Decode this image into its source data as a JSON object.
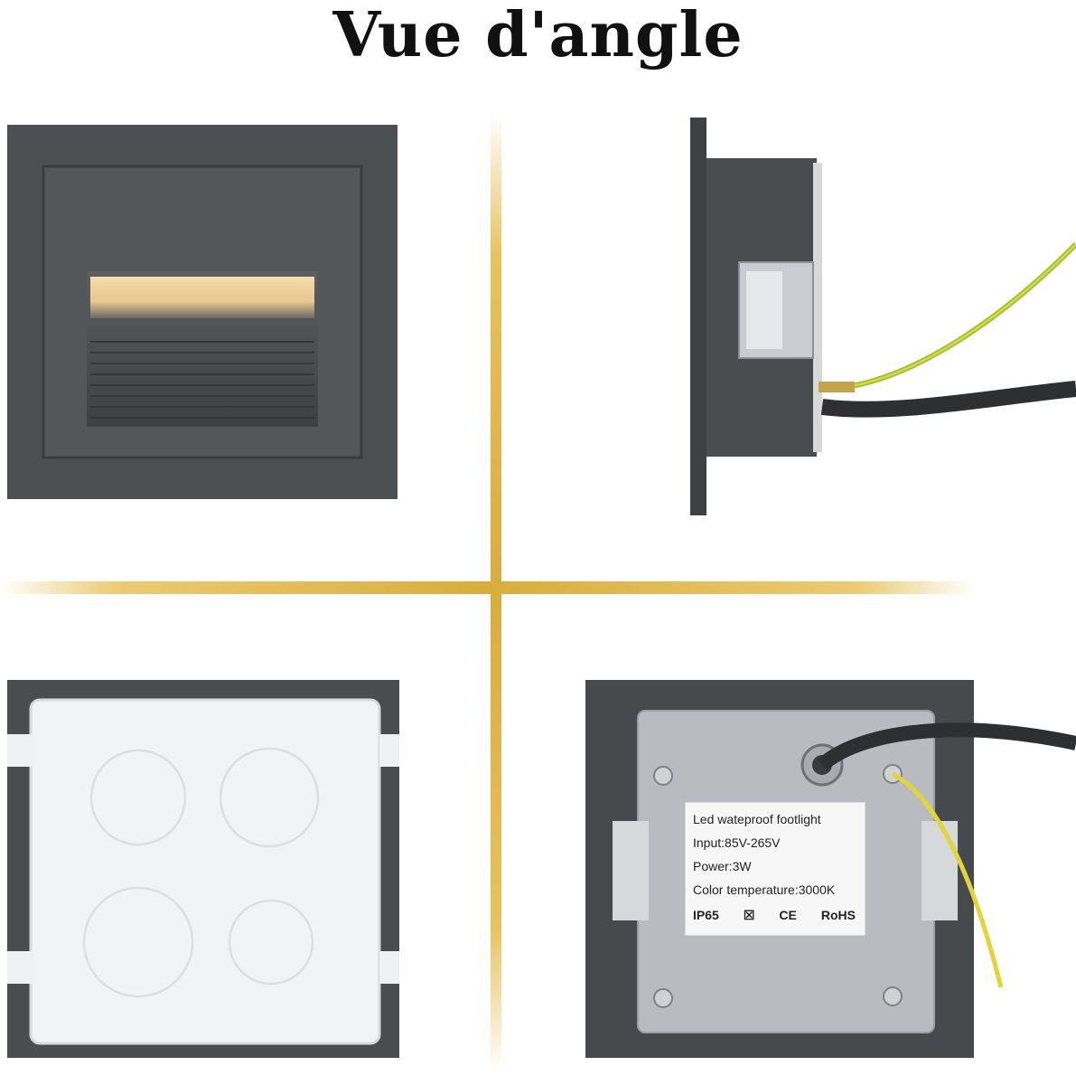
{
  "title": "Vue d'angle",
  "label": {
    "line1": "Led wateproof footlight",
    "line2": "Input:85V-265V",
    "line3": "Power:3W",
    "line4": "Color temperature:3000K",
    "ip": "IP65",
    "ce": "CE",
    "rohs": "RoHS"
  },
  "colors": {
    "housing": "#4a4d50",
    "accent_gold": "#d9ad3c",
    "warm_light": "#f3d49a"
  }
}
